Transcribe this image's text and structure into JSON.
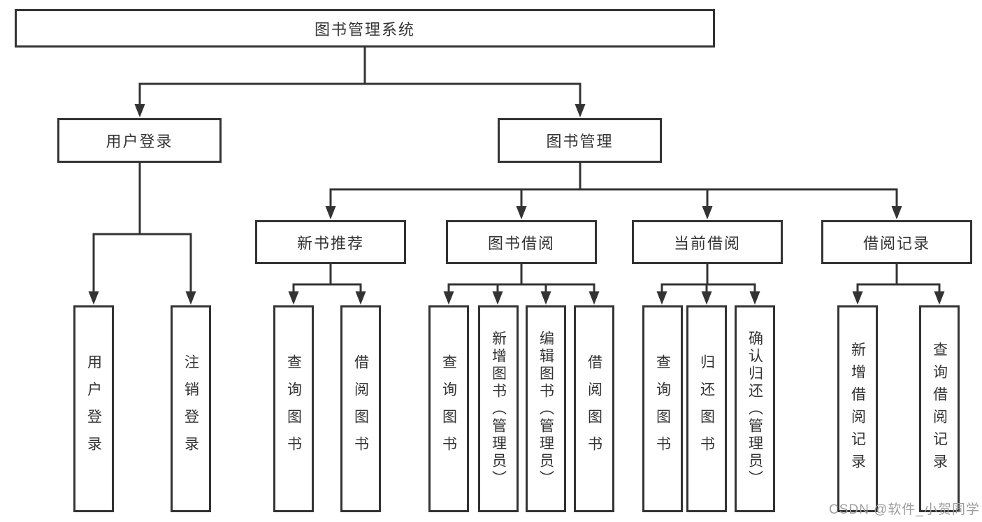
{
  "tree": {
    "root": {
      "label": "图书管理系统"
    },
    "branches": [
      {
        "label": "用户登录",
        "children": [
          "用户登录",
          "注销登录"
        ]
      },
      {
        "label": "图书管理",
        "groups": [
          {
            "label": "新书推荐",
            "children": [
              "查询图书",
              "借阅图书"
            ]
          },
          {
            "label": "图书借阅",
            "children": [
              "查询图书",
              "新增图书（管理员）",
              "编辑图书（管理员）",
              "借阅图书"
            ]
          },
          {
            "label": "当前借阅",
            "children": [
              "查询图书",
              "归还图书",
              "确认归还（管理员）"
            ]
          },
          {
            "label": "借阅记录",
            "children": [
              "新增借阅记录",
              "查询借阅记录"
            ]
          }
        ]
      }
    ]
  },
  "watermark": {
    "text": "CSDN @软件_小贺同学",
    "color": "#9e9e9e"
  },
  "colors": {
    "line": "#333333",
    "text": "#333333",
    "box_background": "#ffffff"
  }
}
